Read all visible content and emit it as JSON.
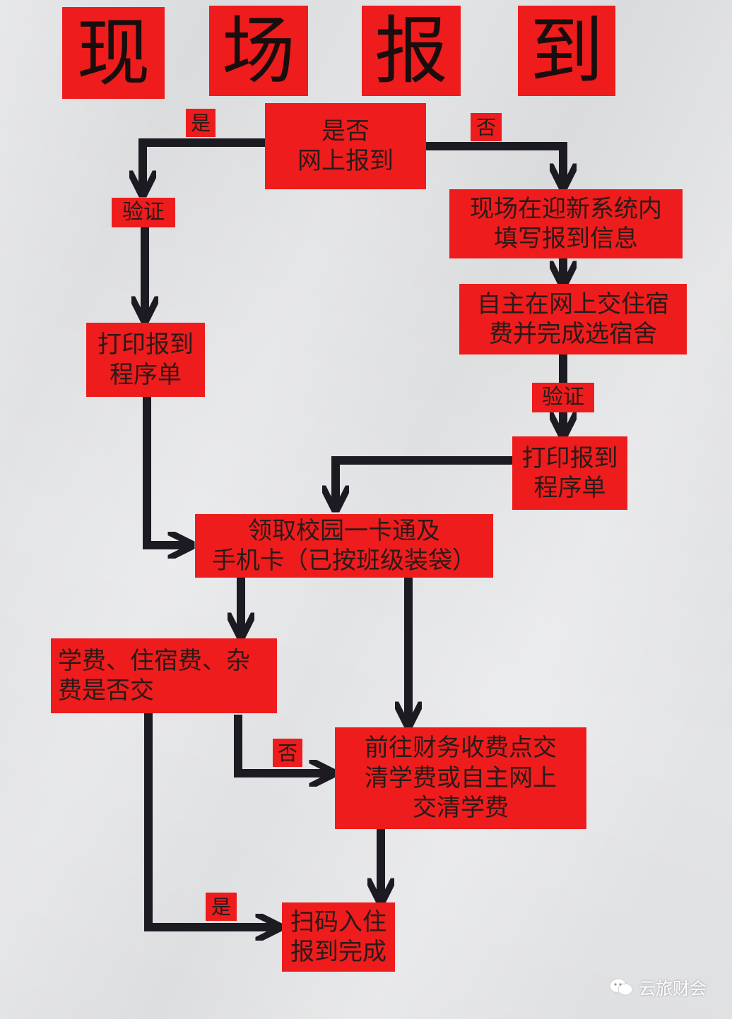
{
  "title": [
    "现",
    "场",
    "报",
    "到"
  ],
  "nodes": {
    "online_check": "是否\n网上报到",
    "left_verify": "验证",
    "left_print": "打印报到\n程序单",
    "fill_info": "现场在迎新系统内\n填写报到信息",
    "pay_dorm": "自主在网上交住宿\n费并完成选宿舍",
    "right_verify": "验证",
    "right_print": "打印报到\n程序单",
    "card": "领取校园一卡通及\n手机卡（已按班级装袋）",
    "fee_check": "学费、住宿费、杂\n费是否交",
    "pay_tuition": "前往财务收费点交\n清学费或自主网上\n交清学费",
    "scan_done": "扫码入住\n报到完成"
  },
  "labels": {
    "yes_top": "是",
    "no_top": "否",
    "no_fee": "否",
    "yes_fee": "是"
  },
  "watermark": {
    "text": "云旅财会",
    "icon": "wechat-icon"
  },
  "colors": {
    "box": "#ee1c1c",
    "arrow": "#1c1b22",
    "paper": "#e3e4e6"
  }
}
